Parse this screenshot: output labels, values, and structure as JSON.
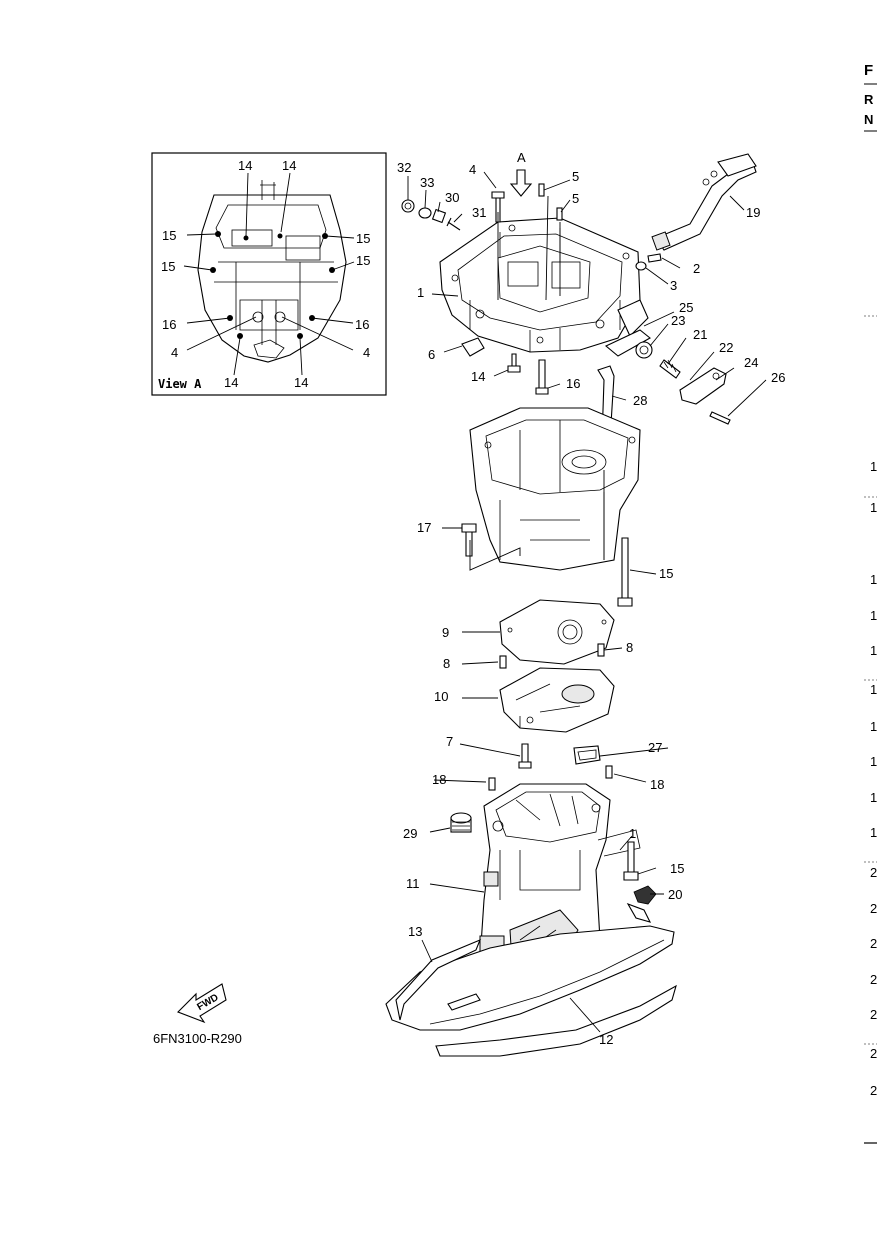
{
  "diagram": {
    "code": "6FN3100-R290",
    "fwd_label": "FWD",
    "view_arrow_label": "A",
    "inset": {
      "title": "View A",
      "callouts": [
        "14",
        "14",
        "15",
        "15",
        "15",
        "15",
        "16",
        "16",
        "4",
        "4",
        "14",
        "14"
      ]
    },
    "callouts": [
      "32",
      "33",
      "30",
      "31",
      "4",
      "5",
      "5",
      "19",
      "2",
      "3",
      "1",
      "25",
      "23",
      "21",
      "22",
      "24",
      "26",
      "6",
      "14",
      "16",
      "28",
      "17",
      "15",
      "9",
      "8",
      "8",
      "10",
      "7",
      "27",
      "18",
      "18",
      "29",
      "1",
      "15",
      "11",
      "20",
      "13",
      "12"
    ]
  },
  "edge_text": {
    "header_letters": [
      "F",
      "R",
      "N"
    ],
    "numbers": [
      "1",
      "1",
      "1",
      "1",
      "1",
      "1",
      "1",
      "1",
      "1",
      "1",
      "2",
      "2",
      "2",
      "2",
      "2",
      "2",
      "2"
    ]
  }
}
